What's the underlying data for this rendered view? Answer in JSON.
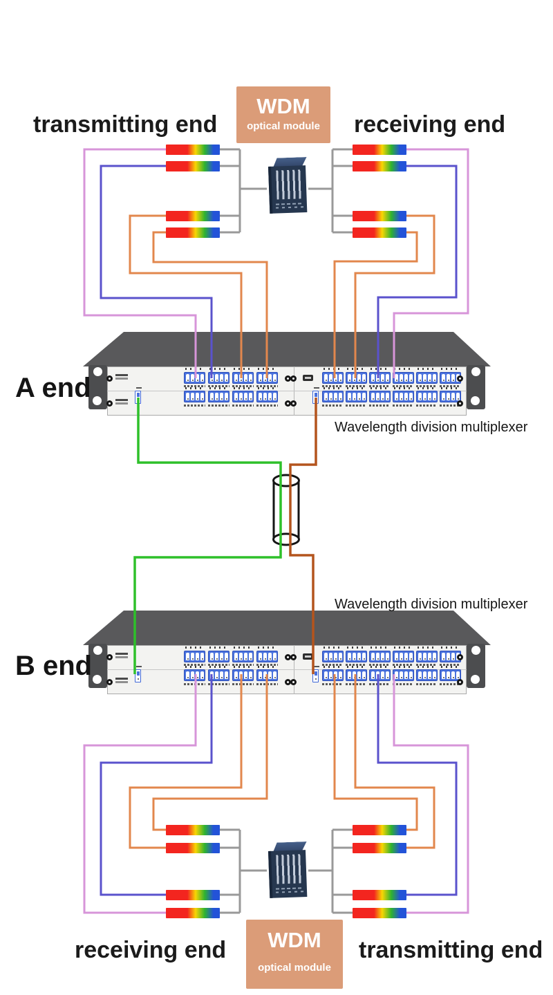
{
  "labels": {
    "top_left": "transmitting end",
    "top_right": "receiving end",
    "end_a": "A end",
    "end_b": "B end",
    "mux_top": "Wavelength division multiplexer",
    "mux_bottom": "Wavelength division multiplexer",
    "bottom_left": "receiving end",
    "bottom_right": "transmitting end"
  },
  "wdm_box_top": {
    "title": "WDM",
    "subtitle": "optical module"
  },
  "wdm_box_bottom": {
    "title": "WDM",
    "subtitle": "optical module"
  },
  "colors": {
    "wire_violet": "#d795d9",
    "wire_blue": "#5a52cc",
    "wire_orange": "#e2874d",
    "wire_green": "#2ec02a",
    "wire_brown": "#b4541d",
    "wire_gray": "#999999",
    "wdm_box_bg": "#db9c78",
    "rack_top_gray": "#59595b",
    "rack_panel": "#f3f3f1",
    "port_group_blue": "#4a72dd",
    "device_navy": "#26374f",
    "bar_red": "#f3251f",
    "bar_yellow": "#f8d603",
    "bar_green": "#2fb32f",
    "bar_blue": "#2353d8"
  },
  "structure": {
    "racks_count": 2,
    "rows_per_rack": 2,
    "port_groups_left_half": 4,
    "port_groups_right_half": 6,
    "ports_per_group": 4,
    "optical_modules_per_section": 4
  }
}
